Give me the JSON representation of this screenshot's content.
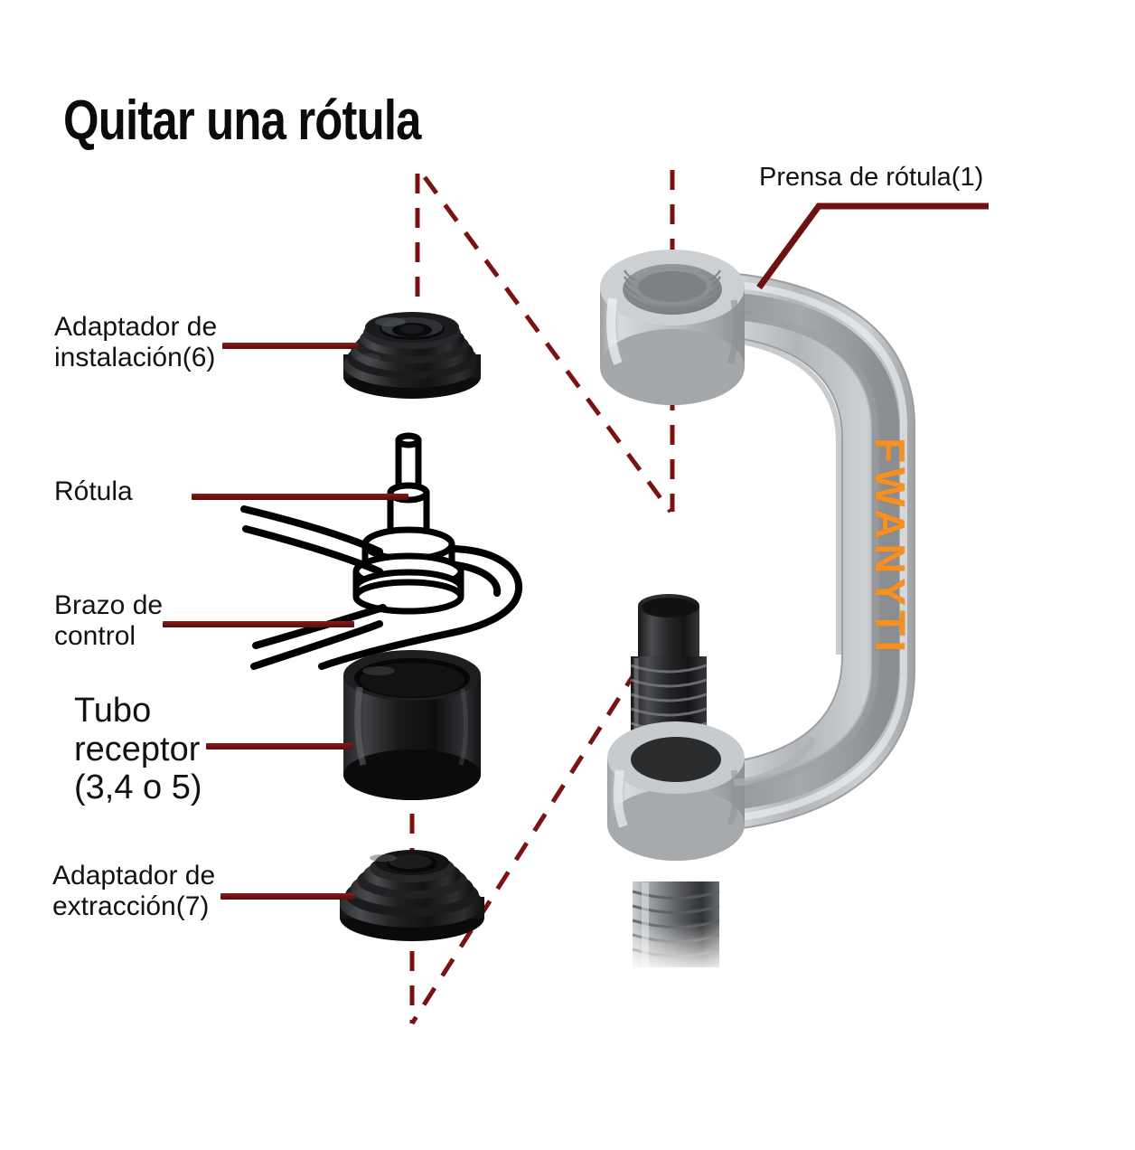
{
  "page": {
    "title": "Quitar una rótula",
    "background_color": "#ffffff",
    "leader_line_color": "#6d1111",
    "dashed_line_color": "#7a1212",
    "brand_color": "#f59124"
  },
  "brand": {
    "text": "FWANYTI"
  },
  "labels": {
    "install_adapter": "Adaptador de\ninstalación(6)",
    "ball_joint": "Rótula",
    "control_arm": "Brazo de\ncontrol",
    "receiver_tube": "Tubo\nreceptor\n(3,4 o 5)",
    "removal_adapter": "Adaptador de\nextracción(7)",
    "press": "Prensa de rótula(1)"
  },
  "parts": [
    {
      "name": "Adaptador de instalación(6)",
      "number": "6",
      "color": "#111111",
      "kind": "stepped-disc-recessed"
    },
    {
      "name": "Rótula",
      "number": "",
      "color": "#ffffff",
      "kind": "line-art-ball-joint"
    },
    {
      "name": "Brazo de control",
      "number": "",
      "color": "#ffffff",
      "kind": "line-art-control-arm"
    },
    {
      "name": "Tubo receptor (3,4 o 5)",
      "number": "3,4 o 5",
      "color": "#151515",
      "kind": "hollow-cylinder"
    },
    {
      "name": "Adaptador de extracción(7)",
      "number": "7",
      "color": "#111111",
      "kind": "stepped-disc"
    },
    {
      "name": "Prensa de rótula(1)",
      "number": "1",
      "color": "#b9bbbd",
      "kind": "c-frame-press"
    }
  ]
}
